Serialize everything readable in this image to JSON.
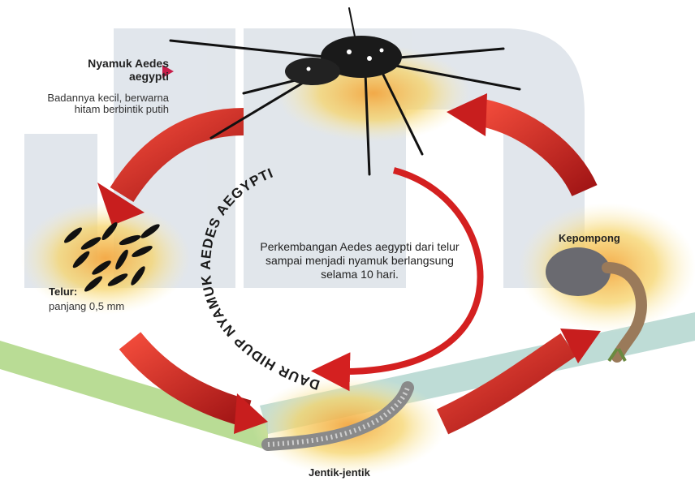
{
  "diagram": {
    "circle_title": "DAUR HIDUP NYAMUK AEDES AEGYPTI",
    "center_text": "Perkembangan Aedes aegypti dari telur sampai menjadi nyamuk berlangsung selama 10 hari.",
    "stages": {
      "mosquito": {
        "title": "Nyamuk Aedes aegypti",
        "description": "Badannya kecil, berwarna hitam berbintik putih"
      },
      "egg": {
        "title": "Telur:",
        "description": "panjang 0,5 mm"
      },
      "pupa": {
        "title": "Kepompong"
      },
      "larva": {
        "title": "Jentik-jentik"
      }
    },
    "colors": {
      "arrow_red": "#e02828",
      "arrow_dark": "#8a1010",
      "glow": "#f4c842",
      "watermark": "#c9d2dc",
      "band_green": "#a8d37a"
    }
  }
}
